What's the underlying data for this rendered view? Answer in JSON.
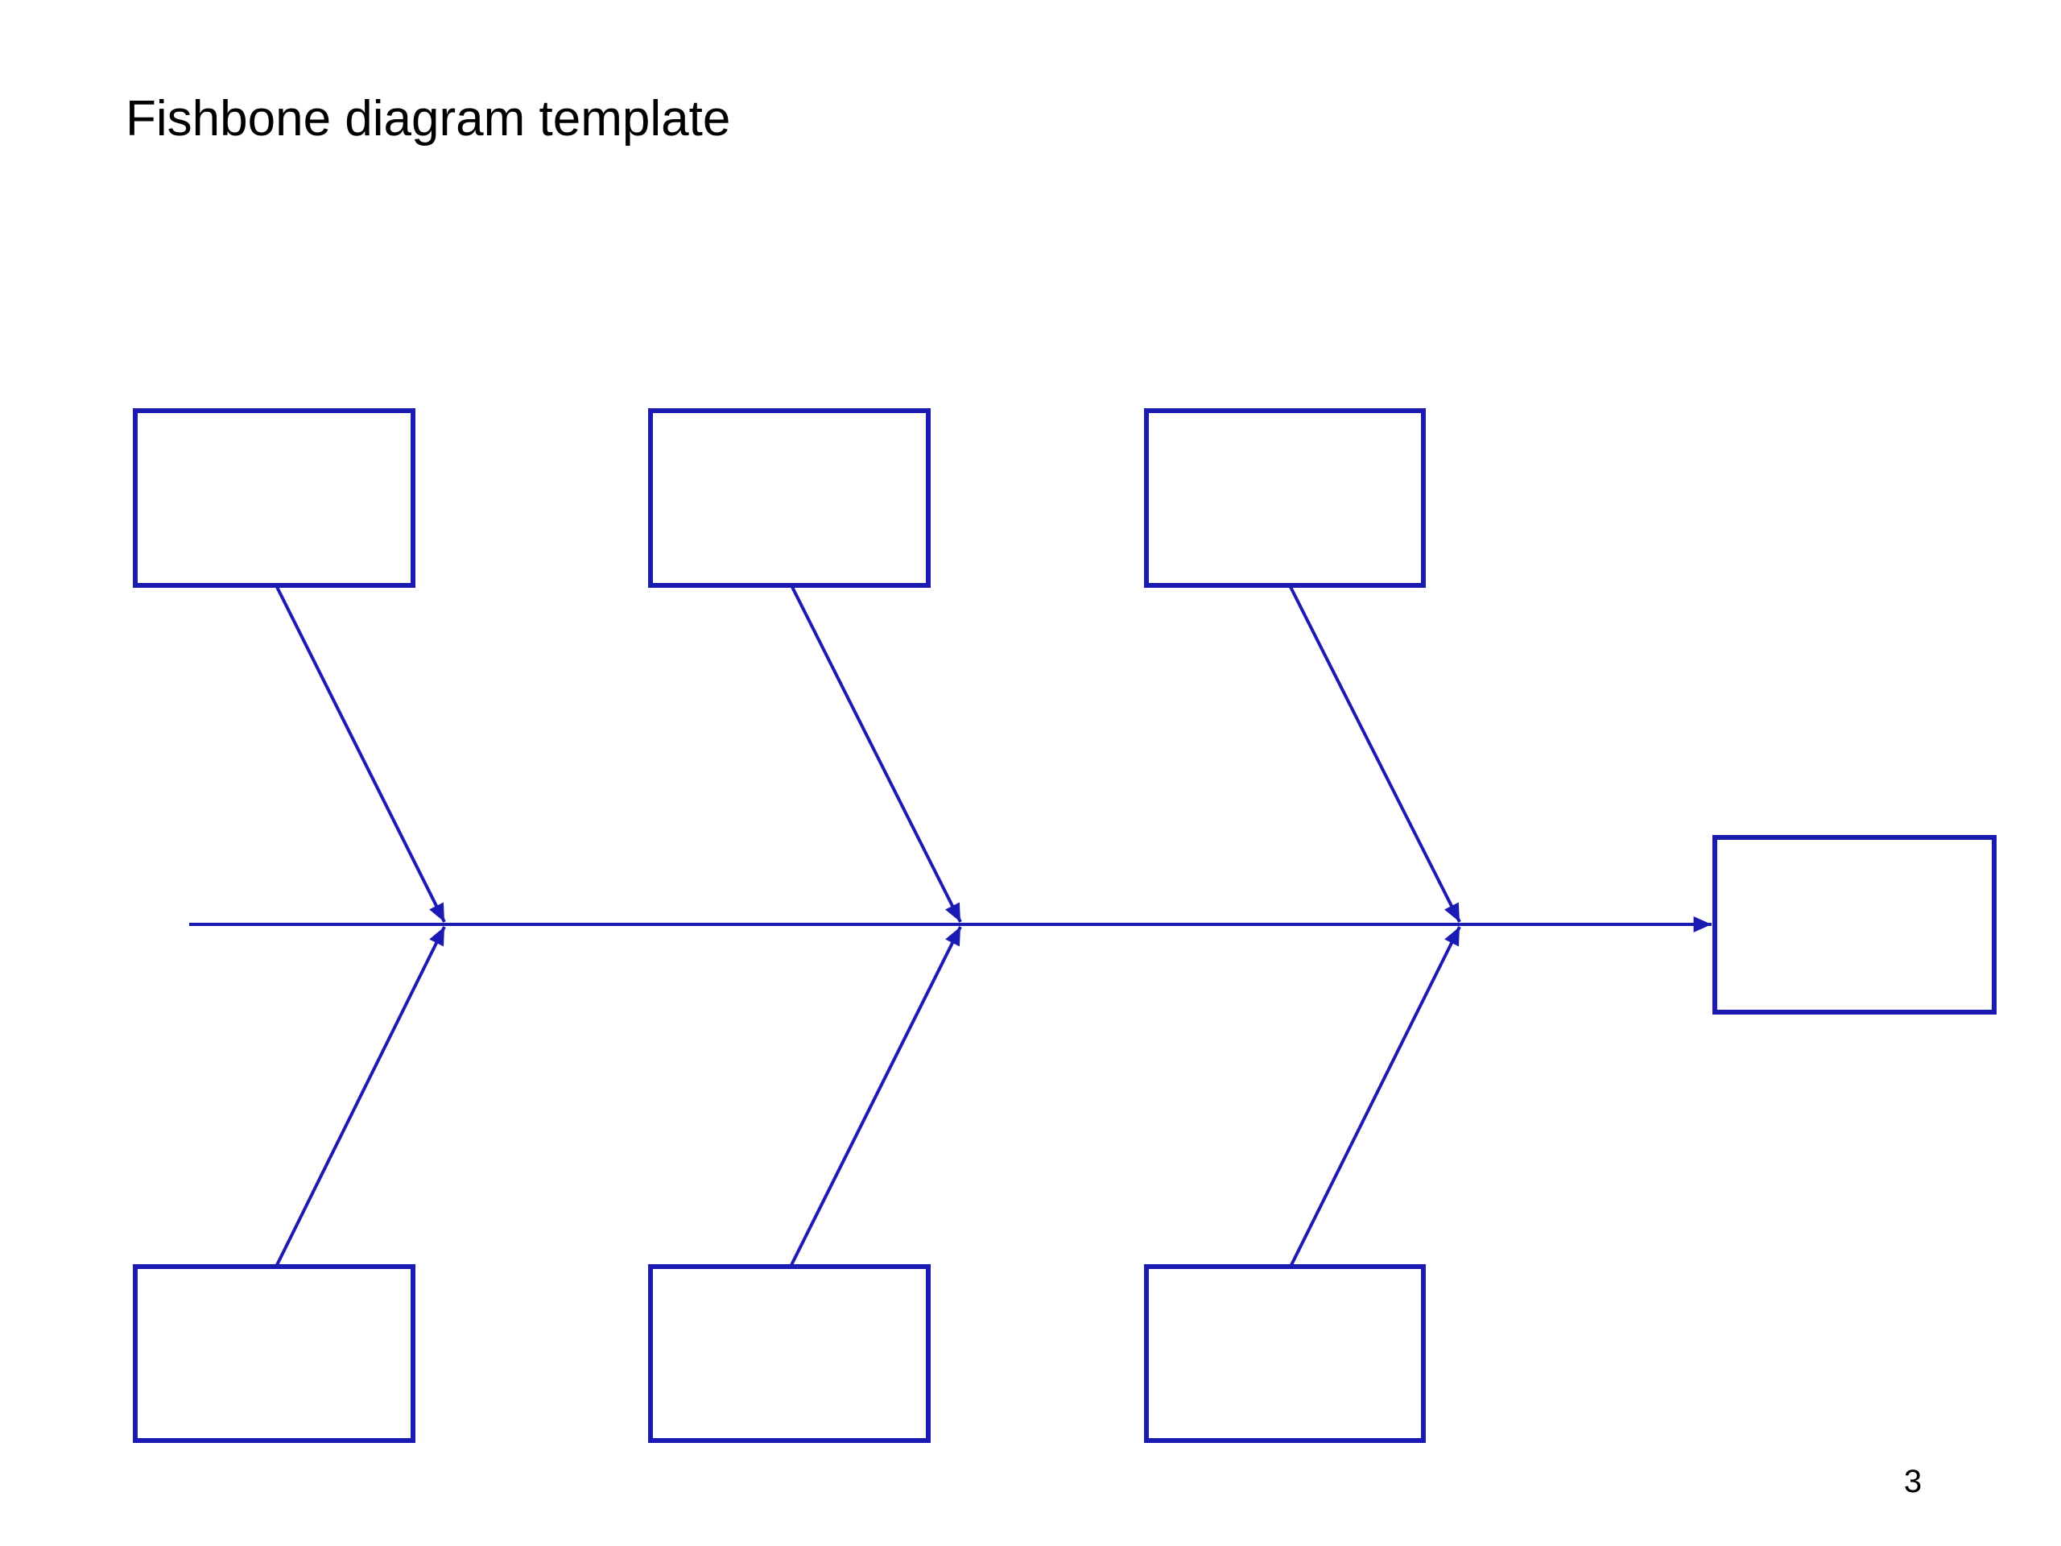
{
  "slide": {
    "title": "Fishbone diagram template",
    "page_number": "3"
  },
  "colors": {
    "diagram_blue": "#1b1bb3",
    "text_black": "#000000",
    "background": "#ffffff"
  },
  "diagram": {
    "type": "fishbone",
    "spine_direction": "left-to-right",
    "effect_box_label": "",
    "cause_boxes_top": [
      "",
      "",
      ""
    ],
    "cause_boxes_bottom": [
      "",
      "",
      ""
    ]
  }
}
